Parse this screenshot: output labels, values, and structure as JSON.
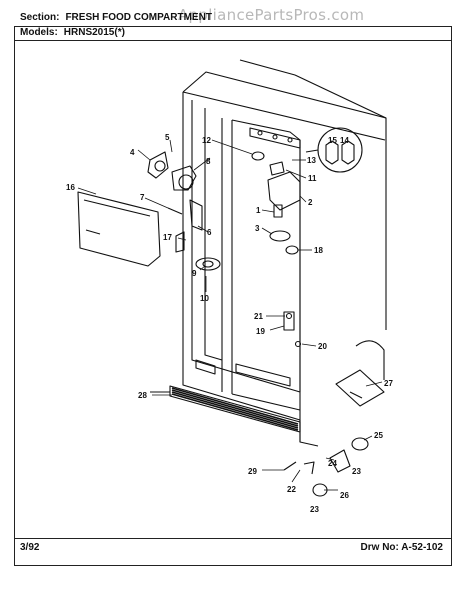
{
  "header": {
    "section_label": "Section:",
    "section_value": "FRESH FOOD COMPARTMENT",
    "models_label": "Models:",
    "models_value": "HRNS2015(*)"
  },
  "watermark": "AppliancePartsPros.com",
  "footer": {
    "date": "3/92",
    "drawing_label": "Drw No:",
    "drawing_number": "A-52-102"
  },
  "parts": {
    "p1": "1",
    "p2": "2",
    "p3": "3",
    "p4": "4",
    "p5": "5",
    "p6": "6",
    "p7": "7",
    "p8": "8",
    "p9": "9",
    "p10": "10",
    "p11": "11",
    "p12": "12",
    "p13": "13",
    "p14": "14",
    "p15": "15",
    "p16": "16",
    "p17": "17",
    "p18": "18",
    "p19": "19",
    "p20": "20",
    "p21": "21",
    "p22": "22",
    "p23a": "23",
    "p23b": "23",
    "p24": "24",
    "p25": "25",
    "p26": "26",
    "p27": "27",
    "p28": "28",
    "p29": "29"
  }
}
